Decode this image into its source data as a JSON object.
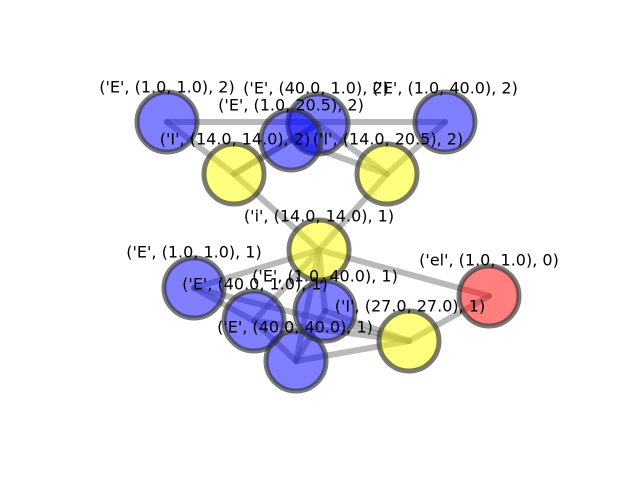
{
  "graph": {
    "nodes": [
      {
        "id": "el_0",
        "label": "('el', (1.0, 1.0), 0)",
        "color": "#ff0000"
      },
      {
        "id": "I_27_27_1",
        "label": "('I', (27.0, 27.0), 1)",
        "color": "#ffff00"
      },
      {
        "id": "E_40_40_1",
        "label": "('E', (40.0, 40.0), 1)",
        "color": "#0000ff"
      },
      {
        "id": "E_1_40_1",
        "label": "('E', (1.0, 40.0), 1)",
        "color": "#0000ff"
      },
      {
        "id": "E_40_1_1",
        "label": "('E', (40.0, 1.0), 1)",
        "color": "#0000ff"
      },
      {
        "id": "E_1_1_1",
        "label": "('E', (1.0, 1.0), 1)",
        "color": "#0000ff"
      },
      {
        "id": "i_14_14_1",
        "label": "('i', (14.0, 14.0), 1)",
        "color": "#ffff00"
      },
      {
        "id": "I_14_14_2",
        "label": "('I', (14.0, 14.0), 2)",
        "color": "#ffff00"
      },
      {
        "id": "I_14_20_2",
        "label": "('I', (14.0, 20.5), 2)",
        "color": "#ffff00"
      },
      {
        "id": "E_1_1_2",
        "label": "('E', (1.0, 1.0), 2)",
        "color": "#0000ff"
      },
      {
        "id": "E_1_40_2",
        "label": "('E', (1.0, 40.0), 2)",
        "color": "#0000ff"
      },
      {
        "id": "E_40_1_2",
        "label": "('E', (40.0, 1.0), 2)",
        "color": "#0000ff"
      },
      {
        "id": "E_1_20_2",
        "label": "('E', (1.0, 20.5), 2)",
        "color": "#0000ff"
      }
    ],
    "edges": [
      [
        "el_0",
        "I_27_27_1"
      ],
      [
        "el_0",
        "i_14_14_1"
      ],
      [
        "I_27_27_1",
        "E_40_40_1"
      ],
      [
        "I_27_27_1",
        "E_1_40_1"
      ],
      [
        "I_27_27_1",
        "E_40_1_1"
      ],
      [
        "I_27_27_1",
        "E_1_1_1"
      ],
      [
        "i_14_14_1",
        "E_40_40_1"
      ],
      [
        "i_14_14_1",
        "E_1_40_1"
      ],
      [
        "i_14_14_1",
        "E_40_1_1"
      ],
      [
        "i_14_14_1",
        "E_1_1_1"
      ],
      [
        "i_14_14_1",
        "I_14_14_2"
      ],
      [
        "i_14_14_1",
        "I_14_20_2"
      ],
      [
        "E_1_1_1",
        "E_40_1_1"
      ],
      [
        "E_40_1_1",
        "E_40_40_1"
      ],
      [
        "E_1_40_1",
        "E_40_40_1"
      ],
      [
        "I_14_14_2",
        "E_1_1_2"
      ],
      [
        "I_14_14_2",
        "E_1_20_2"
      ],
      [
        "I_14_14_2",
        "E_40_1_2"
      ],
      [
        "I_14_20_2",
        "E_1_40_2"
      ],
      [
        "I_14_20_2",
        "E_1_20_2"
      ],
      [
        "I_14_20_2",
        "E_40_1_2"
      ],
      [
        "E_1_1_2",
        "E_1_40_2"
      ],
      [
        "E_40_1_2",
        "E_1_20_2"
      ]
    ]
  },
  "style": {
    "edge_color": "#808080",
    "node_border_color": "#333333"
  }
}
